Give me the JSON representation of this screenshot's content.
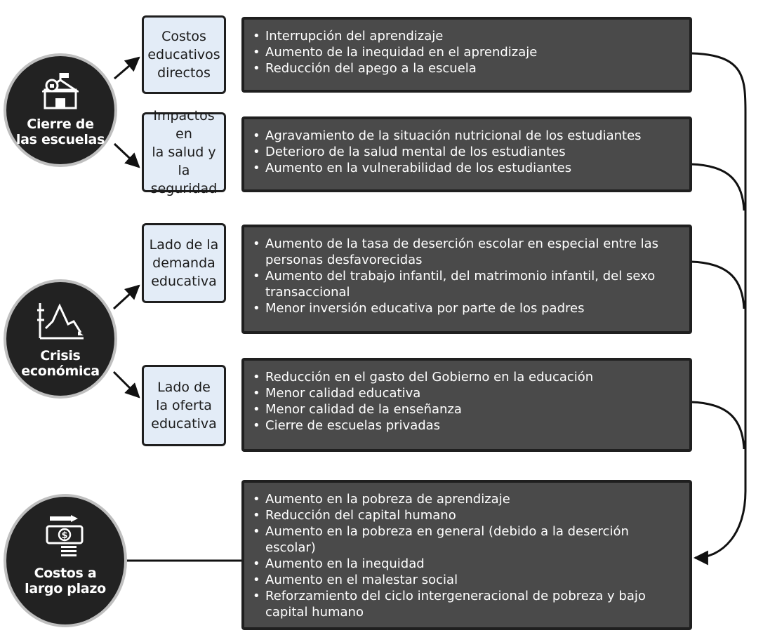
{
  "sections": [
    {
      "circle_label": "Cierre de\nlas escuelas",
      "icon": "school-building-icon",
      "categories": [
        {
          "label": "Costos\neducativos\ndirectos",
          "items": [
            "Interrupción del aprendizaje",
            "Aumento de la inequidad en el aprendizaje",
            "Reducción del apego a la escuela"
          ]
        },
        {
          "label": "Impactos en\nla salud y la\nseguridad",
          "items": [
            "Agravamiento de la situación nutricional de los estudiantes",
            "Deterioro de la salud mental de los estudiantes",
            "Aumento en la vulnerabilidad de los estudiantes"
          ]
        }
      ]
    },
    {
      "circle_label": "Crisis\neconómica",
      "icon": "economic-chart-icon",
      "categories": [
        {
          "label": "Lado de la\ndemanda\neducativa",
          "items": [
            "Aumento de la tasa de deserción escolar en especial entre las personas desfavorecidas",
            "Aumento del trabajo infantil, del matrimonio infantil, del sexo transaccional",
            "Menor inversión educativa por parte de los padres"
          ]
        },
        {
          "label": "Lado de\nla oferta\neducativa",
          "items": [
            "Reducción en el gasto del Gobierno en la educación",
            "Menor calidad educativa",
            "Menor calidad de la enseñanza",
            "Cierre de escuelas privadas"
          ]
        }
      ]
    },
    {
      "circle_label": "Costos a\nlargo plazo",
      "icon": "money-arrow-icon",
      "items": [
        "Aumento en la pobreza de aprendizaje",
        "Reducción del capital humano",
        "Aumento en la pobreza en general (debido a la deserción escolar)",
        "Aumento en la inequidad",
        "Aumento en el malestar social",
        "Reforzamiento del ciclo intergeneracional de pobreza y bajo capital humano"
      ]
    }
  ],
  "colors": {
    "circle_fill": "#222222",
    "circle_ring": "#bfbfbf",
    "category_fill": "#e3ecf7",
    "panel_fill": "#4a4a4a",
    "line": "#111111"
  }
}
